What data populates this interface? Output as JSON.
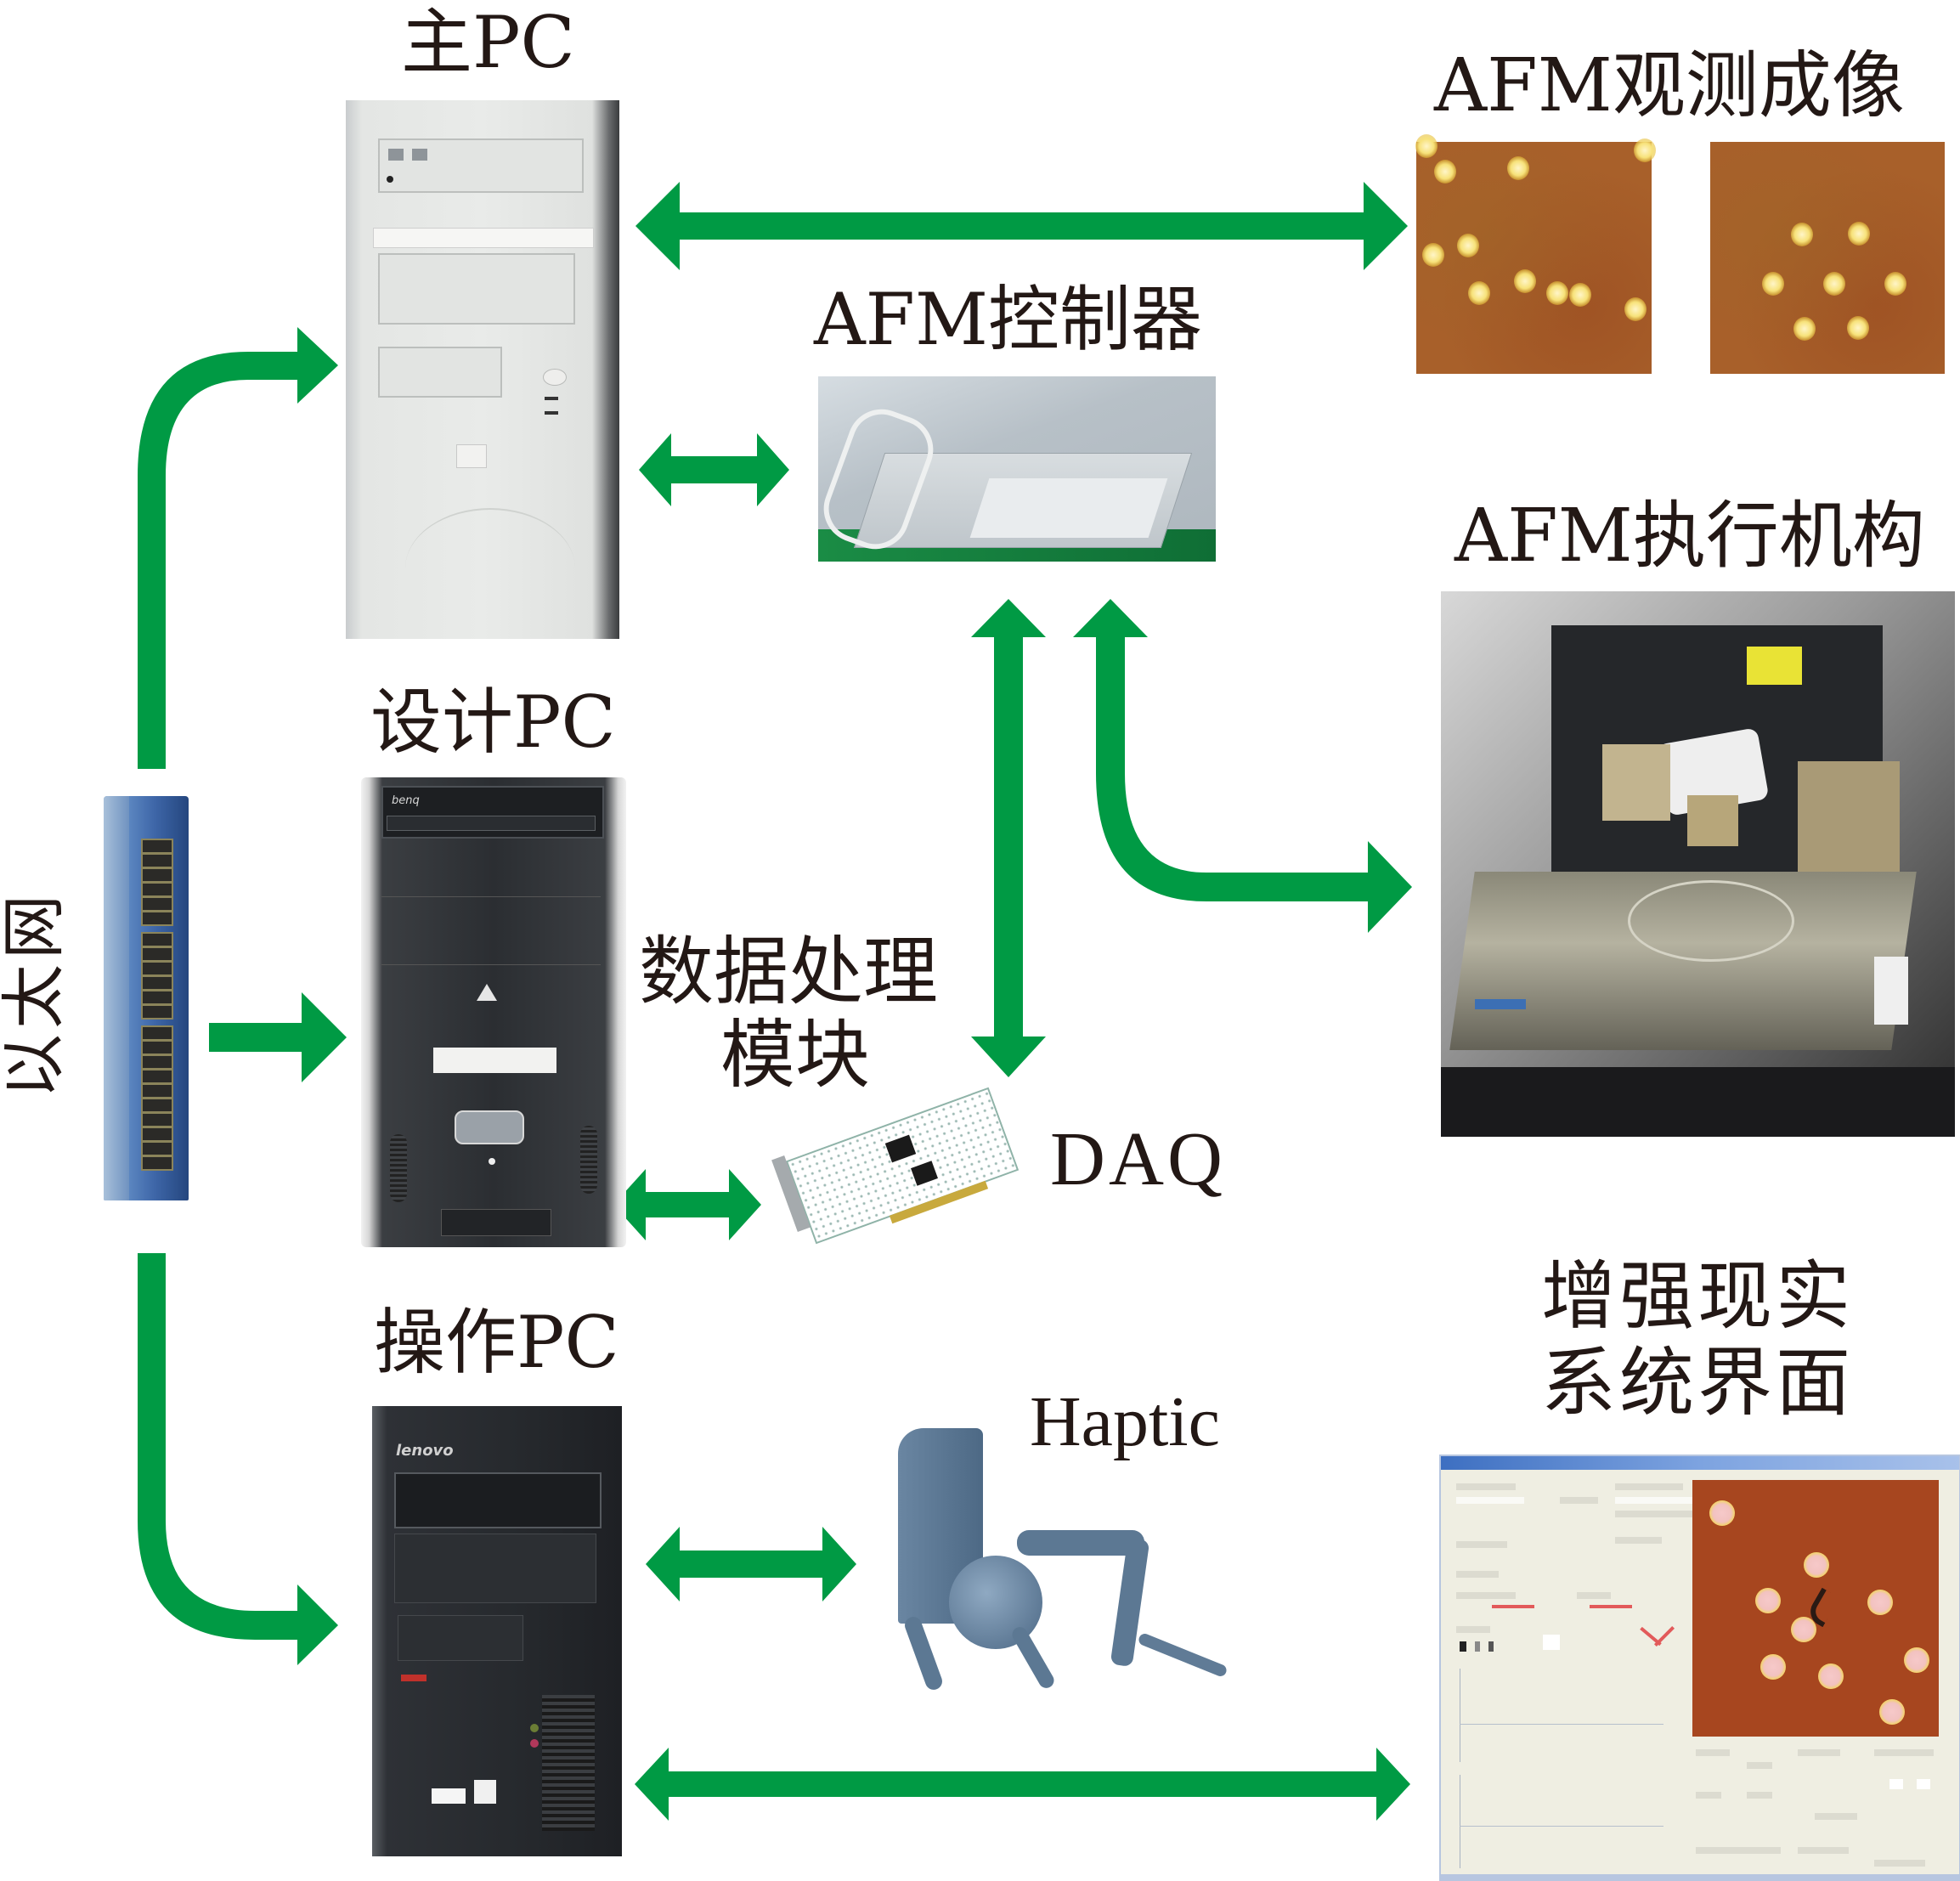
{
  "diagram": {
    "title": "AFM augmented-reality nanomanipulation system architecture",
    "colors": {
      "arrow": "#009a44",
      "text": "#231815",
      "afm_background": "#a8602a",
      "particle": "#f7e27a"
    },
    "labels": {
      "main_pc": "主PC",
      "afm_imaging": "AFM观测成像",
      "afm_controller": "AFM控制器",
      "afm_actuator": "AFM执行机构",
      "ethernet": "以太网",
      "design_pc": "设计PC",
      "data_processing_line1": "数据处理",
      "data_processing_line2": "模块",
      "daq": "DAQ",
      "operation_pc": "操作PC",
      "haptic": "Haptic",
      "ar_interface_line1": "增强现实",
      "ar_interface_line2": "系统界面"
    },
    "nodes": [
      {
        "id": "ethernet_switch",
        "label": "以太网",
        "icon": "network-switch"
      },
      {
        "id": "main_pc",
        "label": "主PC",
        "icon": "pc-tower"
      },
      {
        "id": "design_pc",
        "label": "设计PC",
        "icon": "pc-tower",
        "brand": "benq"
      },
      {
        "id": "operation_pc",
        "label": "操作PC",
        "icon": "pc-tower",
        "brand": "lenovo"
      },
      {
        "id": "afm_controller",
        "label": "AFM控制器",
        "icon": "controller-box"
      },
      {
        "id": "afm_actuator",
        "label": "AFM执行机构",
        "icon": "afm-stage"
      },
      {
        "id": "afm_imaging",
        "label": "AFM观测成像",
        "icon": "afm-scan-image"
      },
      {
        "id": "daq",
        "label": "DAQ",
        "icon": "pci-card"
      },
      {
        "id": "data_processing",
        "label": "数据处理模块"
      },
      {
        "id": "haptic",
        "label": "Haptic",
        "icon": "haptic-device"
      },
      {
        "id": "ar_interface",
        "label": "增强现实系统界面",
        "icon": "app-window"
      }
    ],
    "edges": [
      {
        "from": "ethernet_switch",
        "to": "main_pc",
        "direction": "forward"
      },
      {
        "from": "ethernet_switch",
        "to": "design_pc",
        "direction": "forward"
      },
      {
        "from": "ethernet_switch",
        "to": "operation_pc",
        "direction": "forward"
      },
      {
        "from": "main_pc",
        "to": "afm_imaging",
        "direction": "both"
      },
      {
        "from": "main_pc",
        "to": "afm_controller",
        "direction": "both"
      },
      {
        "from": "afm_controller",
        "to": "daq",
        "direction": "both"
      },
      {
        "from": "afm_actuator",
        "to": "afm_controller",
        "direction": "both"
      },
      {
        "from": "design_pc",
        "to": "daq",
        "direction": "both"
      },
      {
        "from": "operation_pc",
        "to": "haptic",
        "direction": "both"
      },
      {
        "from": "operation_pc",
        "to": "ar_interface",
        "direction": "both"
      }
    ],
    "brands": {
      "design_pc": "benq",
      "operation_pc": "lenovo"
    },
    "afm_imaging": {
      "image_count": 2,
      "image1_particles": [
        [
          0.044,
          0.02
        ],
        [
          0.124,
          0.13
        ],
        [
          0.435,
          0.112
        ],
        [
          0.97,
          0.036
        ],
        [
          0.22,
          0.446
        ],
        [
          0.071,
          0.489
        ],
        [
          0.461,
          0.602
        ],
        [
          0.268,
          0.651
        ],
        [
          0.599,
          0.653
        ],
        [
          0.698,
          0.659
        ],
        [
          0.933,
          0.72
        ]
      ],
      "image2_particles": [
        [
          0.393,
          0.401
        ],
        [
          0.633,
          0.394
        ],
        [
          0.269,
          0.61
        ],
        [
          0.529,
          0.613
        ],
        [
          0.79,
          0.61
        ],
        [
          0.401,
          0.805
        ],
        [
          0.63,
          0.803
        ]
      ]
    },
    "ar_interface": {
      "particles": [
        [
          0.12,
          0.13
        ],
        [
          0.505,
          0.33
        ],
        [
          0.306,
          0.47
        ],
        [
          0.761,
          0.477
        ],
        [
          0.45,
          0.584
        ],
        [
          0.911,
          0.702
        ],
        [
          0.328,
          0.73
        ],
        [
          0.561,
          0.764
        ],
        [
          0.811,
          0.905
        ]
      ],
      "tip_marker": [
        0.517,
        0.488
      ]
    }
  }
}
